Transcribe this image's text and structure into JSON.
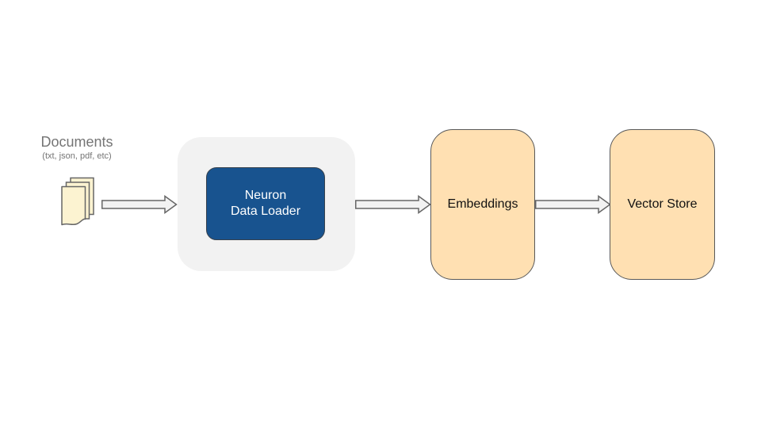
{
  "source": {
    "label": "Documents",
    "sublabel": "(txt, json, pdf, etc)"
  },
  "loader": {
    "line1": "Neuron",
    "line2": "Data Loader"
  },
  "embeddings": {
    "label": "Embeddings"
  },
  "vector_store": {
    "label": "Vector Store"
  },
  "icons": {
    "documents_stack": "documents-stack-icon",
    "flow_arrow": "flow-arrow-icon"
  },
  "colors": {
    "background": "#ffffff",
    "source_label_gray": "#757575",
    "loader_container_gray": "#f2f2f2",
    "loader_blue": "#18538F",
    "loader_text": "#ffffff",
    "node_orange_fill": "#FFE0B2",
    "node_border": "#595959",
    "arrow_fill": "#f2f2f2",
    "arrow_stroke": "#666666",
    "document_page_fill": "#FCF3D1",
    "document_page_stroke": "#666666"
  }
}
